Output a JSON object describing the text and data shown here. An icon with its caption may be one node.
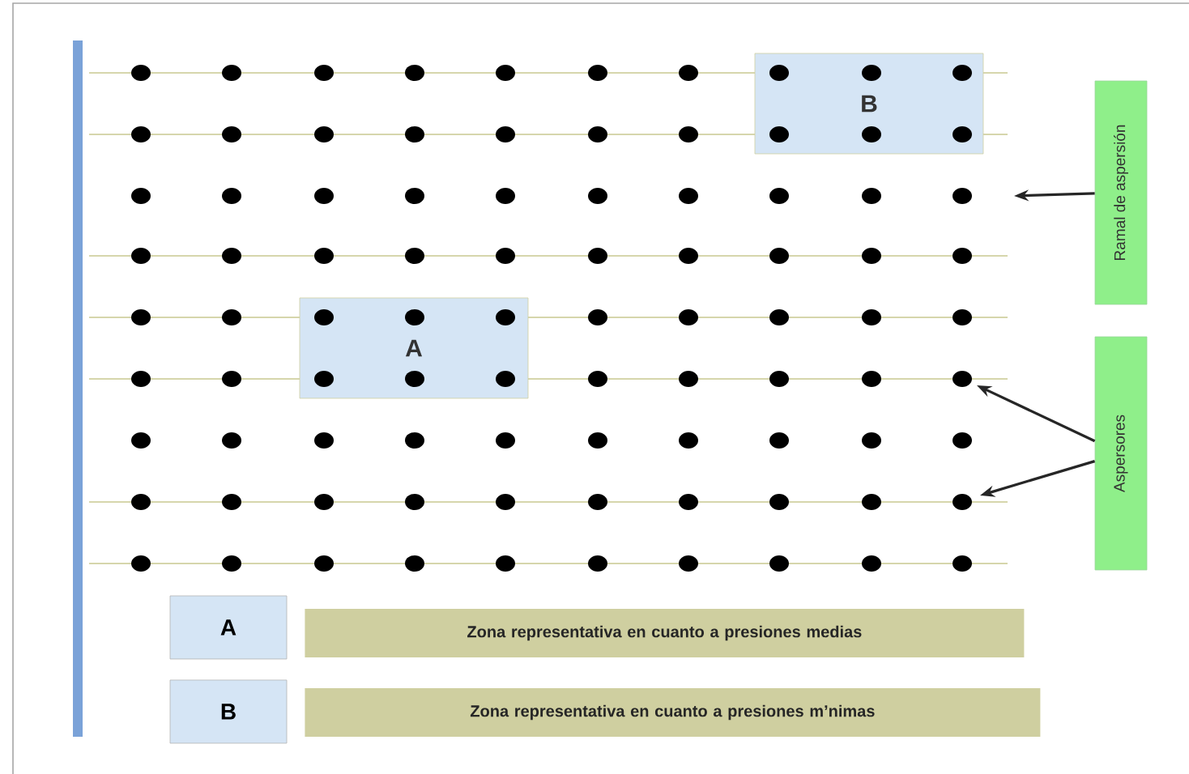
{
  "diagram": {
    "nodes": [
      {
        "text": [
          "B"
        ]
      },
      {
        "text": [
          "A"
        ]
      },
      {
        "text": [
          "Ramal de aspersión"
        ]
      },
      {
        "text": [
          "Aspersores"
        ]
      },
      {
        "text": [
          "A"
        ]
      },
      {
        "text": [
          "Zona representativa en cuanto a presiones medias"
        ]
      },
      {
        "text": [
          "B"
        ]
      },
      {
        "text": [
          "Zona representativa en cuanto a presiones m’nimas"
        ]
      }
    ],
    "edges": [
      {
        "from": 2,
        "to": null,
        "arrow": "to"
      },
      {
        "from": 3,
        "to": null,
        "arrow": "to"
      },
      {
        "from": 3,
        "to": null,
        "arrow": "to"
      }
    ]
  }
}
